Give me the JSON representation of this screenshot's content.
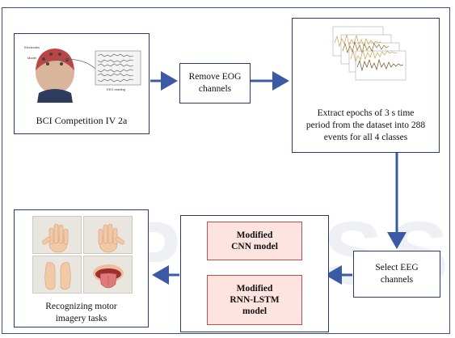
{
  "dataset": {
    "label": "BCI Competition IV 2a",
    "photo_labels": {
      "electrodes": "Electrodes",
      "model": "Model",
      "reading": "EEG reading"
    }
  },
  "remove_eog": {
    "label": "Remove EOG\nchannels"
  },
  "extract": {
    "label": "Extract epochs of 3 s time\nperiod from the dataset into 288\nevents for all 4 classes"
  },
  "select_eeg": {
    "label": "Select EEG\nchannels"
  },
  "models": {
    "cnn": "Modified\nCNN model",
    "rnn": "Modified\nRNN-LSTM\nmodel"
  },
  "output": {
    "label": "Recognizing motor\nimagery tasks"
  },
  "watermark": "PRESS",
  "colors": {
    "arrow": "#3b5aa6",
    "border": "#2b3a6e",
    "model_fill": "#fde4e1",
    "model_border": "#c0504d"
  }
}
